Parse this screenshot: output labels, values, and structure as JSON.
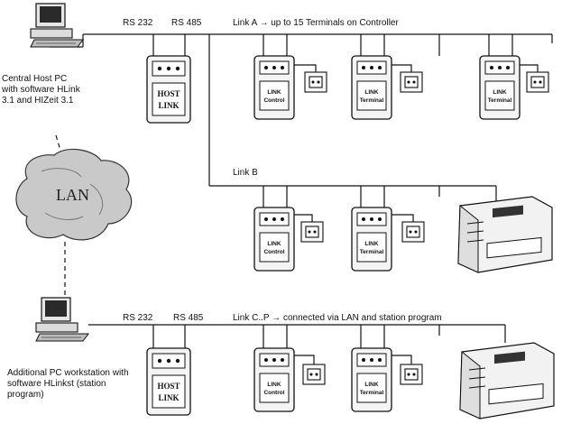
{
  "labels": {
    "rs232_top": "RS 232",
    "rs485_top": "RS 485",
    "link_a": "Link A → up to 15 Terminals on Controller",
    "link_b": "Link B",
    "central_host": "Central Host PC with software HLink 3.1 and HIZeit 3.1",
    "rs232_bottom": "RS 232",
    "rs485_bottom": "RS 485",
    "link_cp": "Link C..P → connected via LAN and station program",
    "additional_pc": "Additional PC workstation with software HLinkst (station program)",
    "lan": "LAN"
  },
  "devices": {
    "host_top": {
      "line1": "HOST",
      "line2": "LINK"
    },
    "host_bottom": {
      "line1": "HOST",
      "line2": "LINK"
    },
    "a1": {
      "line1": "LINK",
      "line2": "Control"
    },
    "a2": {
      "line1": "LINK",
      "line2": "Terminal"
    },
    "a3": {
      "line1": "LINK",
      "line2": "Terminal"
    },
    "b1": {
      "line1": "LINK",
      "line2": "Control"
    },
    "b2": {
      "line1": "LINK",
      "line2": "Terminal"
    },
    "c1": {
      "line1": "LINK",
      "line2": "Control"
    },
    "c2": {
      "line1": "LINK",
      "line2": "Terminal"
    }
  },
  "colors": {
    "line": "#111111",
    "device_fill": "#f4f4f4",
    "lan_fill": "#c9c9c9"
  }
}
